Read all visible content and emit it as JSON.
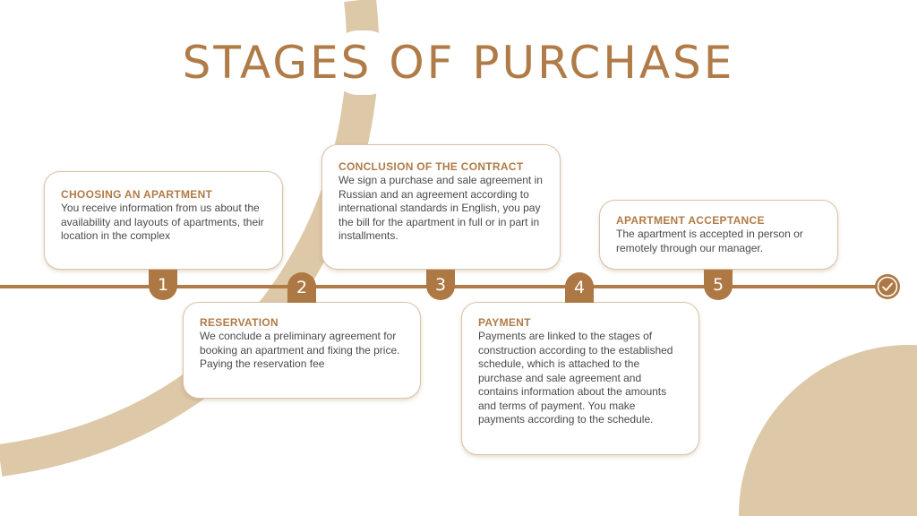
{
  "title": "STAGES OF PURCHASE",
  "colors": {
    "accent": "#ad7843",
    "beige": "#ddc8a8"
  },
  "stages": [
    {
      "number": "1",
      "heading": "CHOOSING AN APARTMENT",
      "text": "You receive information from us about the availability and layouts of apartments, their location in the complex"
    },
    {
      "number": "2",
      "heading": "RESERVATION",
      "text": "We conclude a preliminary agreement for booking an apartment and fixing the price. Paying the reservation fee"
    },
    {
      "number": "3",
      "heading": "CONCLUSION OF THE CONTRACT",
      "text": "We sign a purchase and sale agreement in Russian and an agreement according to international standards in English, you pay the bill for the apartment in full or in part in installments."
    },
    {
      "number": "4",
      "heading": "PAYMENT",
      "text": "Payments are linked to the stages of construction according to the established schedule, which is attached to the purchase and sale agreement and contains information about the amounts and terms of payment. You make payments according to the schedule."
    },
    {
      "number": "5",
      "heading": "APARTMENT ACCEPTANCE",
      "text": "The apartment is accepted in person or remotely through our manager."
    }
  ],
  "end_icon": "check-circle-icon"
}
